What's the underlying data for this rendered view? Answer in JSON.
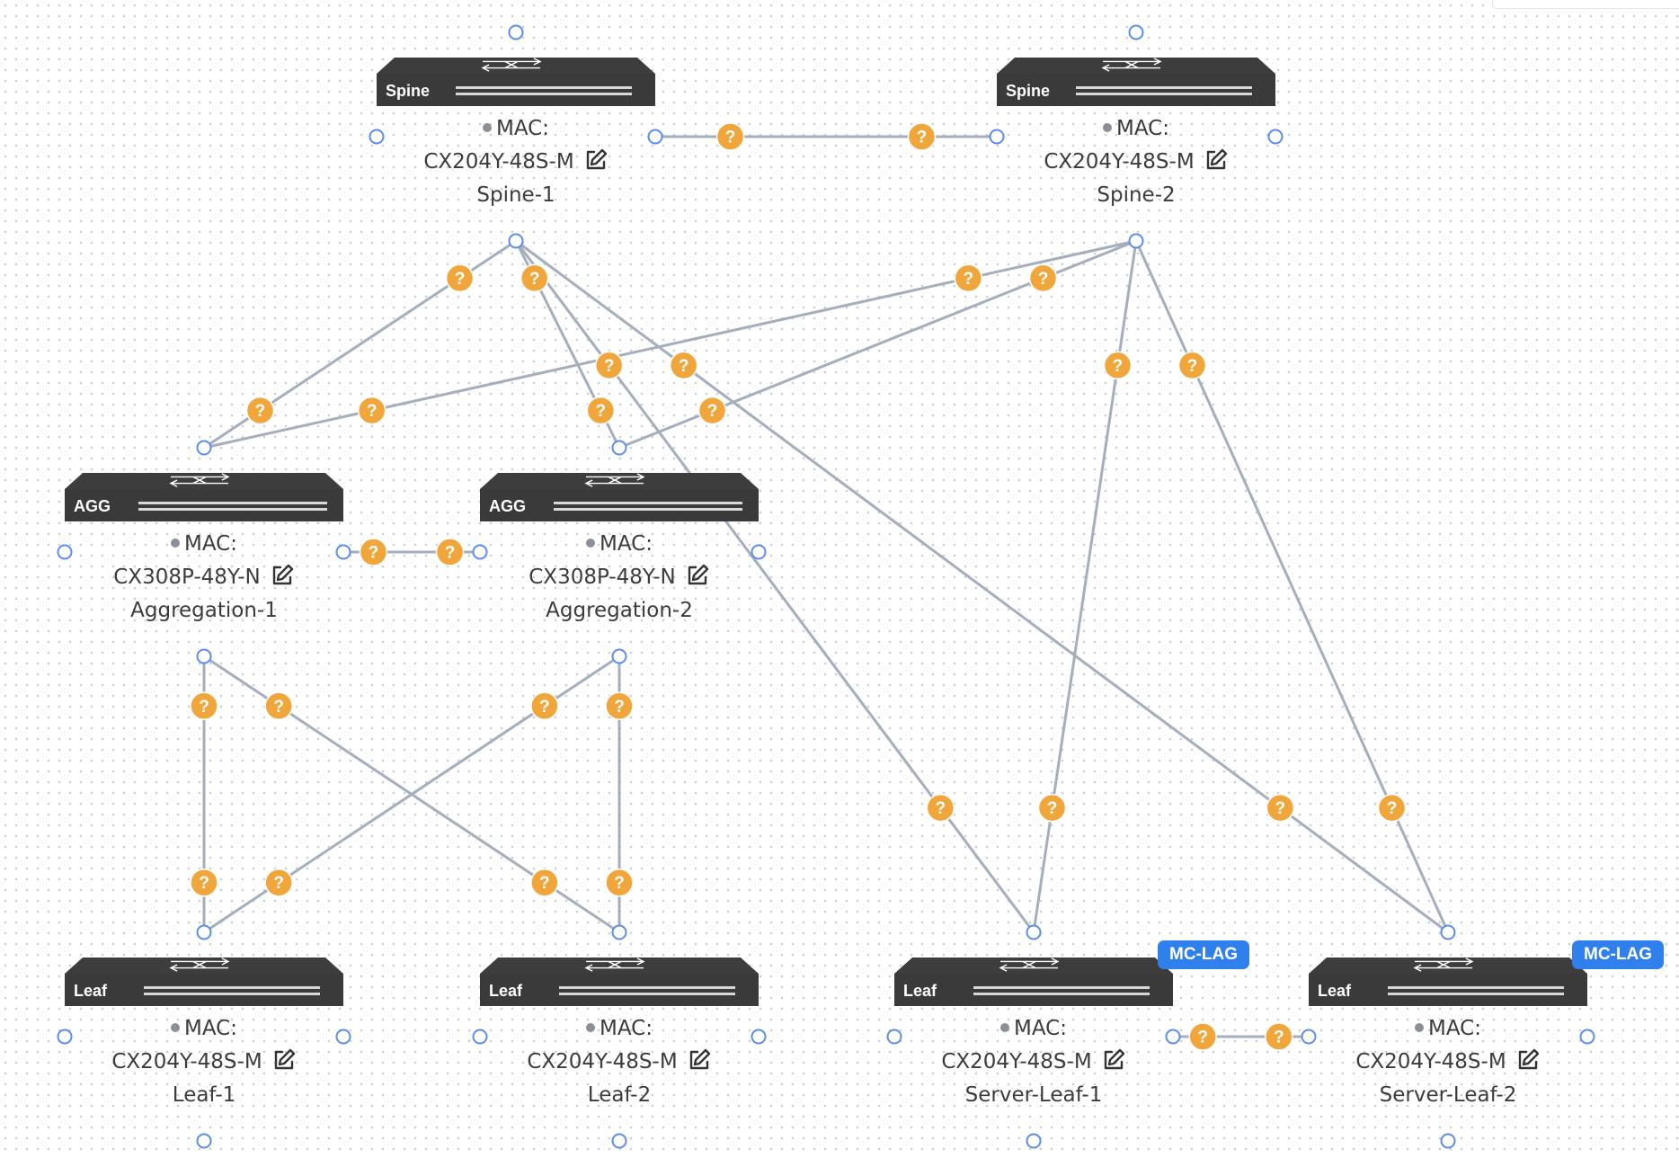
{
  "colors": {
    "link": "#a4aebd",
    "unknown_marker": "#f0a63a",
    "anchor": "#5b8def",
    "device_body": "#3d3d3d",
    "badge": "#2f80ed"
  },
  "icons": {
    "unknown_link": "question-mark-icon",
    "edit": "edit-icon",
    "device": "switch-icon"
  },
  "unknown_glyph": "?",
  "nodes": [
    {
      "id": "spine1",
      "type_label": "Spine",
      "mac_label": "MAC:",
      "model": "CX204Y-48S-M",
      "name": "Spine-1",
      "badge": null
    },
    {
      "id": "spine2",
      "type_label": "Spine",
      "mac_label": "MAC:",
      "model": "CX204Y-48S-M",
      "name": "Spine-2",
      "badge": null
    },
    {
      "id": "agg1",
      "type_label": "AGG",
      "mac_label": "MAC:",
      "model": "CX308P-48Y-N",
      "name": "Aggregation-1",
      "badge": null
    },
    {
      "id": "agg2",
      "type_label": "AGG",
      "mac_label": "MAC:",
      "model": "CX308P-48Y-N",
      "name": "Aggregation-2",
      "badge": null
    },
    {
      "id": "leaf1",
      "type_label": "Leaf",
      "mac_label": "MAC:",
      "model": "CX204Y-48S-M",
      "name": "Leaf-1",
      "badge": null
    },
    {
      "id": "leaf2",
      "type_label": "Leaf",
      "mac_label": "MAC:",
      "model": "CX204Y-48S-M",
      "name": "Leaf-2",
      "badge": null
    },
    {
      "id": "sleaf1",
      "type_label": "Leaf",
      "mac_label": "MAC:",
      "model": "CX204Y-48S-M",
      "name": "Server-Leaf-1",
      "badge": "MC-LAG"
    },
    {
      "id": "sleaf2",
      "type_label": "Leaf",
      "mac_label": "MAC:",
      "model": "CX204Y-48S-M",
      "name": "Server-Leaf-2",
      "badge": "MC-LAG"
    }
  ],
  "links": [
    {
      "from": "spine1",
      "from_port": "right",
      "to": "spine2",
      "to_port": "left"
    },
    {
      "from": "spine1",
      "from_port": "bottom",
      "to": "agg1",
      "to_port": "top"
    },
    {
      "from": "spine1",
      "from_port": "bottom",
      "to": "agg2",
      "to_port": "top"
    },
    {
      "from": "spine1",
      "from_port": "bottom",
      "to": "sleaf1",
      "to_port": "top"
    },
    {
      "from": "spine1",
      "from_port": "bottom",
      "to": "sleaf2",
      "to_port": "top"
    },
    {
      "from": "spine2",
      "from_port": "bottom",
      "to": "agg1",
      "to_port": "top"
    },
    {
      "from": "spine2",
      "from_port": "bottom",
      "to": "agg2",
      "to_port": "top"
    },
    {
      "from": "spine2",
      "from_port": "bottom",
      "to": "sleaf1",
      "to_port": "top"
    },
    {
      "from": "spine2",
      "from_port": "bottom",
      "to": "sleaf2",
      "to_port": "top"
    },
    {
      "from": "agg1",
      "from_port": "right",
      "to": "agg2",
      "to_port": "left"
    },
    {
      "from": "agg1",
      "from_port": "bottom",
      "to": "leaf1",
      "to_port": "top"
    },
    {
      "from": "agg1",
      "from_port": "bottom",
      "to": "leaf2",
      "to_port": "top"
    },
    {
      "from": "agg2",
      "from_port": "bottom",
      "to": "leaf1",
      "to_port": "top"
    },
    {
      "from": "agg2",
      "from_port": "bottom",
      "to": "leaf2",
      "to_port": "top"
    },
    {
      "from": "sleaf1",
      "from_port": "right",
      "to": "sleaf2",
      "to_port": "left"
    }
  ]
}
